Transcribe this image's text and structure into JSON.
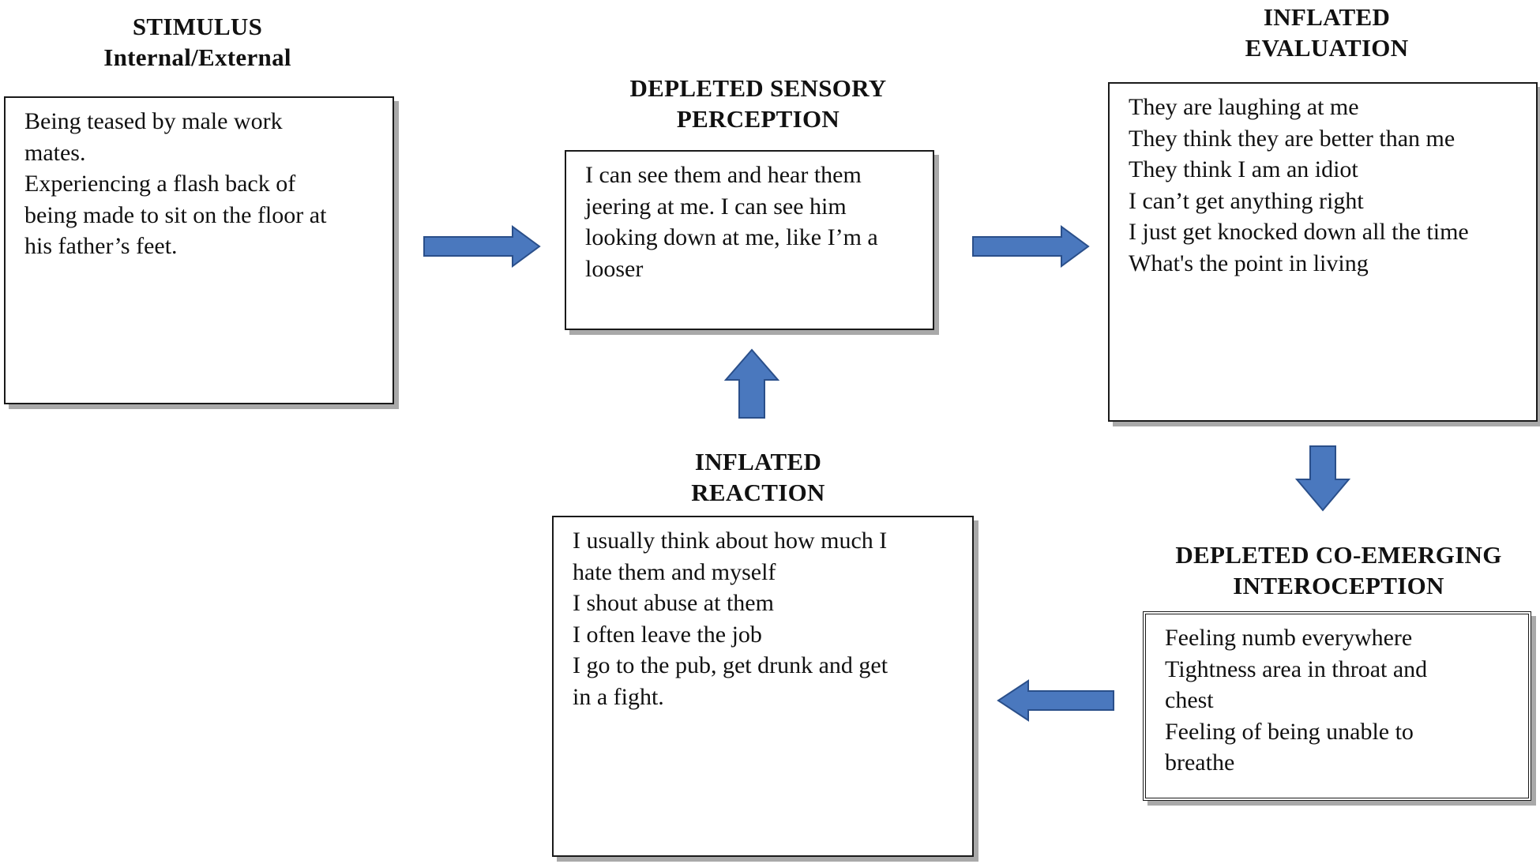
{
  "stimulus": {
    "title": [
      "STIMULUS",
      "Internal/External"
    ],
    "lines": [
      "Being teased by male work",
      "mates.",
      "Experiencing a flash back of",
      "being made to sit on the floor at",
      "his father’s feet."
    ]
  },
  "sensory": {
    "title": [
      "DEPLETED SENSORY",
      "PERCEPTION"
    ],
    "lines": [
      "I can see them and hear them",
      "jeering at me. I can see him",
      "looking down at me, like I’m a",
      "looser"
    ]
  },
  "evaluation": {
    "title": [
      "INFLATED",
      "EVALUATION"
    ],
    "lines": [
      "They are laughing at me",
      "They think they are better than me",
      "They think I am an idiot",
      "I can’t get anything right",
      "I just get knocked down all the time",
      "What's the point in living"
    ]
  },
  "interoception": {
    "title": [
      "DEPLETED CO-EMERGING",
      "INTEROCEPTION"
    ],
    "lines": [
      "Feeling numb everywhere",
      "Tightness area in throat and",
      "chest",
      "Feeling of being unable to",
      "breathe"
    ]
  },
  "reaction": {
    "title": [
      "INFLATED",
      "REACTION"
    ],
    "lines": [
      "I usually think about how much I",
      "hate them and myself",
      "I shout abuse at them",
      "I often leave the job",
      "I go to the pub, get drunk and get",
      "in a fight."
    ]
  },
  "colors": {
    "arrow_fill": "#4a78be",
    "arrow_stroke": "#2a4f8a"
  }
}
